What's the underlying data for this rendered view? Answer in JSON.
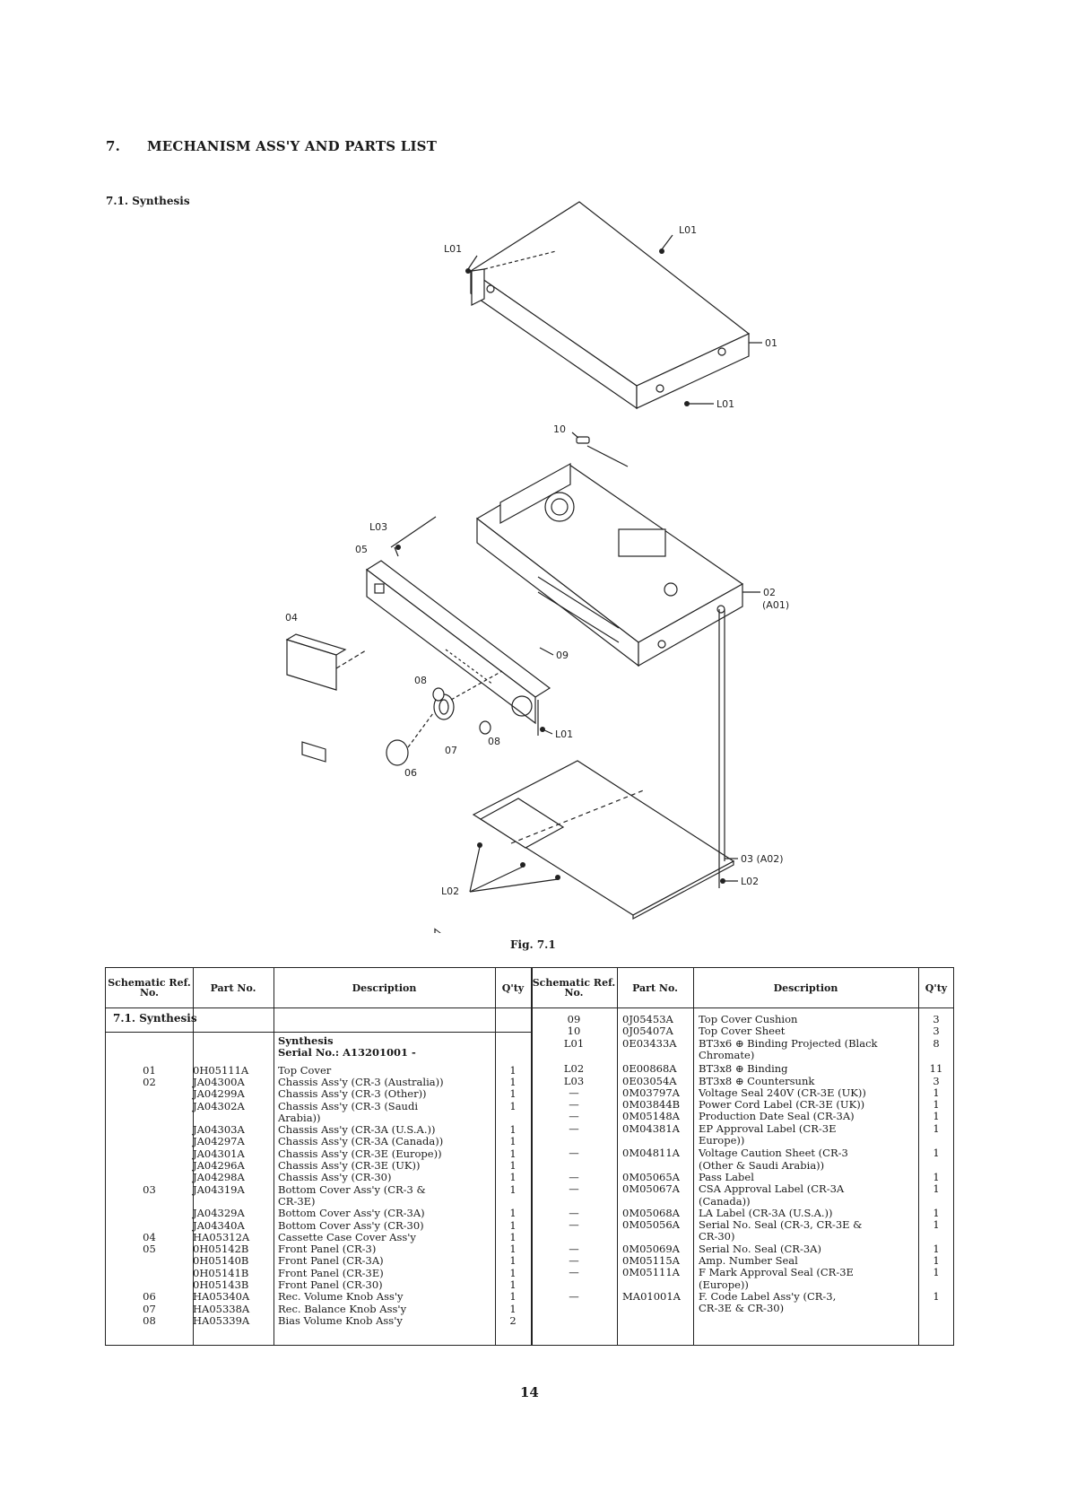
{
  "section": {
    "number": "7.",
    "title": "MECHANISM ASS'Y AND PARTS LIST"
  },
  "subsection": "7.1. Synthesis",
  "figure": {
    "caption": "Fig. 7.1",
    "callouts": {
      "l01_a": "L01",
      "l01_b": "L01",
      "l01_c": "L01",
      "l01_d": "L01",
      "c01": "01",
      "c10": "10",
      "l03": "L03",
      "c05": "05",
      "c04": "04",
      "c02": "02",
      "a01": "(A01)",
      "c09": "09",
      "c08a": "08",
      "c08b": "08",
      "c07": "07",
      "c06": "06",
      "c03": "03 (A02)",
      "l02a": "L02",
      "l02b": "L02"
    }
  },
  "table": {
    "headers": {
      "ref": "Schematic Ref. No.",
      "part": "Part No.",
      "desc": "Description",
      "qty": "Q'ty"
    },
    "section_label": "7.1. Synthesis",
    "left_rows": [
      {
        "ref": "",
        "part": "",
        "desc": "Synthesis",
        "qty": ""
      },
      {
        "ref": "",
        "part": "",
        "desc": "Serial No.: A13201001 -",
        "qty": ""
      },
      {
        "ref": "01",
        "part": "0H05111A",
        "desc": "Top Cover",
        "qty": "1"
      },
      {
        "ref": "02",
        "part": "JA04300A",
        "desc": "Chassis Ass'y (CR-3 (Australia))",
        "qty": "1"
      },
      {
        "ref": "",
        "part": "JA04299A",
        "desc": "Chassis Ass'y (CR-3 (Other))",
        "qty": "1"
      },
      {
        "ref": "",
        "part": "JA04302A",
        "desc": "Chassis Ass'y (CR-3 (Saudi",
        "qty": "1"
      },
      {
        "ref": "",
        "part": "",
        "desc": "Arabia))",
        "qty": ""
      },
      {
        "ref": "",
        "part": "JA04303A",
        "desc": "Chassis Ass'y (CR-3A (U.S.A.))",
        "qty": "1"
      },
      {
        "ref": "",
        "part": "JA04297A",
        "desc": "Chassis Ass'y (CR-3A (Canada))",
        "qty": "1"
      },
      {
        "ref": "",
        "part": "JA04301A",
        "desc": "Chassis Ass'y (CR-3E (Europe))",
        "qty": "1"
      },
      {
        "ref": "",
        "part": "JA04296A",
        "desc": "Chassis Ass'y (CR-3E (UK))",
        "qty": "1"
      },
      {
        "ref": "",
        "part": "JA04298A",
        "desc": "Chassis Ass'y (CR-30)",
        "qty": "1"
      },
      {
        "ref": "03",
        "part": "JA04319A",
        "desc": "Bottom Cover Ass'y (CR-3 &",
        "qty": "1"
      },
      {
        "ref": "",
        "part": "",
        "desc": "CR-3E)",
        "qty": ""
      },
      {
        "ref": "",
        "part": "JA04329A",
        "desc": "Bottom Cover Ass'y (CR-3A)",
        "qty": "1"
      },
      {
        "ref": "",
        "part": "JA04340A",
        "desc": "Bottom Cover Ass'y (CR-30)",
        "qty": "1"
      },
      {
        "ref": "04",
        "part": "HA05312A",
        "desc": "Cassette Case Cover Ass'y",
        "qty": "1"
      },
      {
        "ref": "05",
        "part": "0H05142B",
        "desc": "Front Panel (CR-3)",
        "qty": "1"
      },
      {
        "ref": "",
        "part": "0H05140B",
        "desc": "Front Panel (CR-3A)",
        "qty": "1"
      },
      {
        "ref": "",
        "part": "0H05141B",
        "desc": "Front Panel (CR-3E)",
        "qty": "1"
      },
      {
        "ref": "",
        "part": "0H05143B",
        "desc": "Front Panel (CR-30)",
        "qty": "1"
      },
      {
        "ref": "06",
        "part": "HA05340A",
        "desc": "Rec. Volume Knob Ass'y",
        "qty": "1"
      },
      {
        "ref": "07",
        "part": "HA05338A",
        "desc": "Rec. Balance Knob Ass'y",
        "qty": "1"
      },
      {
        "ref": "08",
        "part": "HA05339A",
        "desc": "Bias Volume Knob Ass'y",
        "qty": "2"
      }
    ],
    "right_rows": [
      {
        "ref": "09",
        "part": "0J05453A",
        "desc": "Top Cover Cushion",
        "qty": "3"
      },
      {
        "ref": "10",
        "part": "0J05407A",
        "desc": "Top Cover Sheet",
        "qty": "3"
      },
      {
        "ref": "L01",
        "part": "0E03433A",
        "desc": "BT3x6 ⊕ Binding Projected (Black",
        "qty": "8"
      },
      {
        "ref": "",
        "part": "",
        "desc": "Chromate)",
        "qty": ""
      },
      {
        "ref": "L02",
        "part": "0E00868A",
        "desc": "BT3x8 ⊕ Binding",
        "qty": "11"
      },
      {
        "ref": "L03",
        "part": "0E03054A",
        "desc": "BT3x8 ⊕ Countersunk",
        "qty": "3"
      },
      {
        "ref": "—",
        "part": "0M03797A",
        "desc": "Voltage Seal 240V (CR-3E (UK))",
        "qty": "1"
      },
      {
        "ref": "—",
        "part": "0M03844B",
        "desc": "Power Cord Label (CR-3E (UK))",
        "qty": "1"
      },
      {
        "ref": "—",
        "part": "0M05148A",
        "desc": "Production Date Seal (CR-3A)",
        "qty": "1"
      },
      {
        "ref": "—",
        "part": "0M04381A",
        "desc": "EP Approval Label (CR-3E",
        "qty": "1"
      },
      {
        "ref": "",
        "part": "",
        "desc": "Europe))",
        "qty": ""
      },
      {
        "ref": "—",
        "part": "0M04811A",
        "desc": "Voltage Caution Sheet (CR-3",
        "qty": "1"
      },
      {
        "ref": "",
        "part": "",
        "desc": "(Other & Saudi Arabia))",
        "qty": ""
      },
      {
        "ref": "—",
        "part": "0M05065A",
        "desc": "Pass Label",
        "qty": "1"
      },
      {
        "ref": "—",
        "part": "0M05067A",
        "desc": "CSA Approval Label (CR-3A",
        "qty": "1"
      },
      {
        "ref": "",
        "part": "",
        "desc": "(Canada))",
        "qty": ""
      },
      {
        "ref": "—",
        "part": "0M05068A",
        "desc": "LA Label (CR-3A (U.S.A.))",
        "qty": "1"
      },
      {
        "ref": "—",
        "part": "0M05056A",
        "desc": "Serial No. Seal (CR-3, CR-3E &",
        "qty": "1"
      },
      {
        "ref": "",
        "part": "",
        "desc": "CR-30)",
        "qty": ""
      },
      {
        "ref": "—",
        "part": "0M05069A",
        "desc": "Serial No. Seal (CR-3A)",
        "qty": "1"
      },
      {
        "ref": "—",
        "part": "0M05115A",
        "desc": "Amp. Number Seal",
        "qty": "1"
      },
      {
        "ref": "—",
        "part": "0M05111A",
        "desc": "F Mark Approval Seal (CR-3E",
        "qty": "1"
      },
      {
        "ref": "",
        "part": "",
        "desc": "(Europe))",
        "qty": ""
      },
      {
        "ref": "—",
        "part": "MA01001A",
        "desc": "F. Code Label Ass'y (CR-3,",
        "qty": "1"
      },
      {
        "ref": "",
        "part": "",
        "desc": "CR-3E & CR-30)",
        "qty": ""
      }
    ]
  },
  "page_number": "14"
}
